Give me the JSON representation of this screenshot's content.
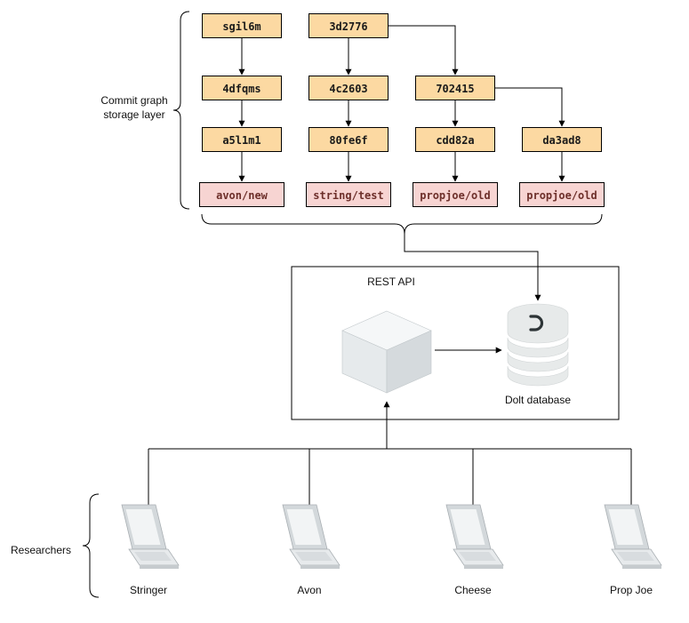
{
  "commit_graph": {
    "label_line1": "Commit graph",
    "label_line2": "storage layer",
    "columns": [
      {
        "commits": [
          "sgil6m",
          "4dfqms",
          "a5l1m1"
        ],
        "branch": "avon/new"
      },
      {
        "commits": [
          "3d2776",
          "4c2603",
          "80fe6f"
        ],
        "branch": "string/test"
      },
      {
        "commits": [
          "702415",
          "cdd82a"
        ],
        "branch": "propjoe/old"
      },
      {
        "commits": [
          "da3ad8"
        ],
        "branch": "propjoe/old"
      }
    ]
  },
  "api": {
    "title": "REST API",
    "db_label": "Dolt database"
  },
  "researchers": {
    "label": "Researchers",
    "names": [
      "Stringer",
      "Avon",
      "Cheese",
      "Prop Joe"
    ]
  },
  "colors": {
    "commit_fill": "#fcd9a2",
    "branch_fill": "#f7d4d2",
    "branch_text": "#6d2f2a",
    "stroke": "#000000"
  }
}
